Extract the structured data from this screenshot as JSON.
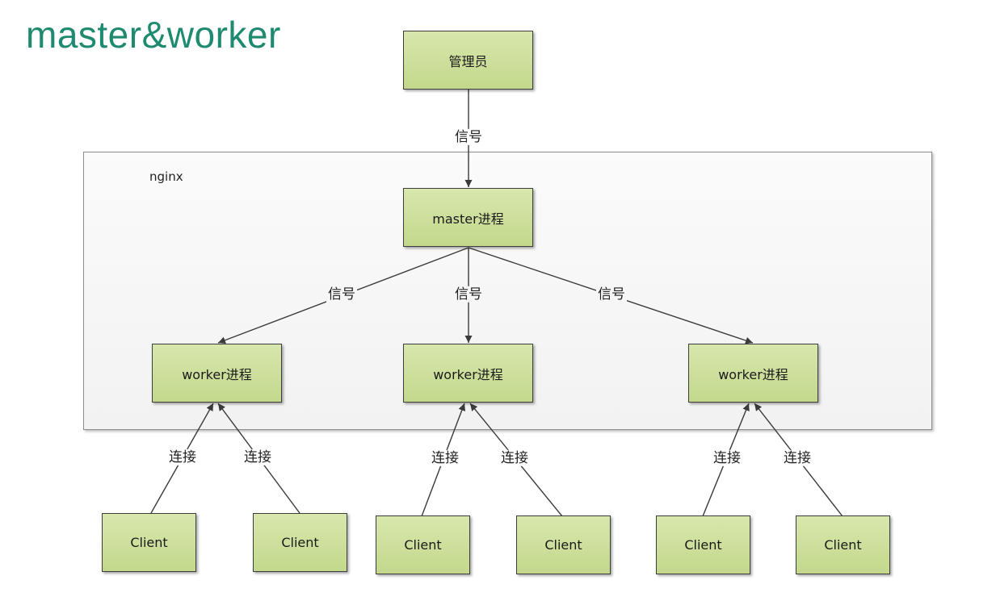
{
  "title": "master&worker",
  "nginx_label": "nginx",
  "nodes": {
    "admin": "管理员",
    "master": "master进程",
    "workers": [
      "worker进程",
      "worker进程",
      "worker进程"
    ],
    "clients": [
      "Client",
      "Client",
      "Client",
      "Client",
      "Client",
      "Client"
    ]
  },
  "edges": {
    "admin_to_master": "信号",
    "master_to_workers": [
      "信号",
      "信号",
      "信号"
    ],
    "client_to_worker": [
      "连接",
      "连接",
      "连接",
      "连接",
      "连接",
      "连接"
    ]
  },
  "colors": {
    "title": "#1e8a70",
    "node_fill": "#c9dc96",
    "node_border": "#3d3d3d",
    "panel_border": "#8c8c8c",
    "edge": "#3a3a3a"
  }
}
